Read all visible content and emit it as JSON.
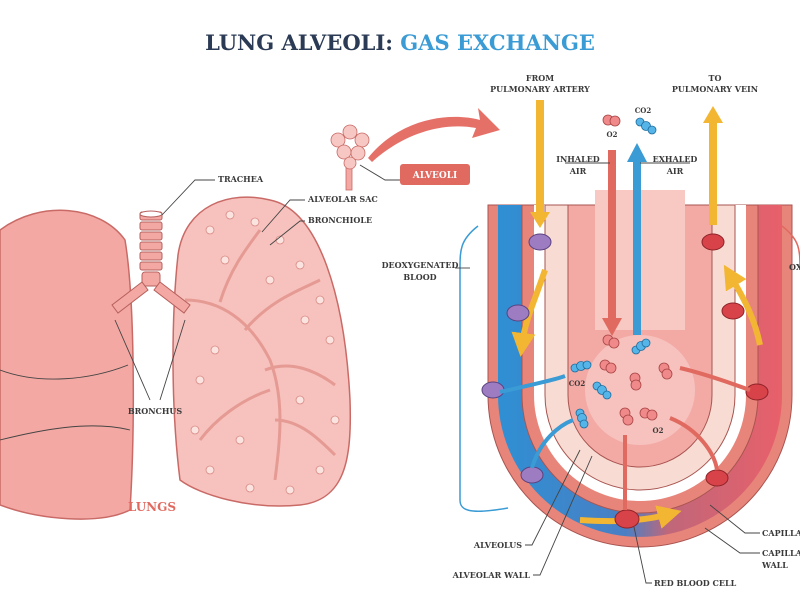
{
  "title": {
    "part1": "LUNG ALVEOLI:",
    "part2": "GAS EXCHANGE"
  },
  "lungs": {
    "trachea": "TRACHEA",
    "alveolar_sac": "ALVEOLAR SAC",
    "bronchiole": "BRONCHIOLE",
    "bronchus": "BRONCHUS",
    "lungs": "LUNGS",
    "alveoli_badge": "ALVEOLI"
  },
  "alveolus_detail": {
    "from_artery_1": "FROM",
    "from_artery_2": "PULMONARY ARTERY",
    "to_vein_1": "TO",
    "to_vein_2": "PULMONARY VEIN",
    "o2_top": "O2",
    "co2_top": "CO2",
    "inhaled_1": "INHALED",
    "inhaled_2": "AIR",
    "exhaled_1": "EXHALED",
    "exhaled_2": "AIR",
    "deoxy_1": "DEOXYGENATED",
    "deoxy_2": "BLOOD",
    "oxy_partial": "OX",
    "co2_inner": "CO2",
    "o2_inner": "O2",
    "capillary": "CAPILLARY",
    "capillary_wall_1": "CAPILLARY",
    "capillary_wall_2": "WALL",
    "red_blood_cell": "RED BLOOD CELL",
    "alveolus": "ALVEOLUS",
    "alveolar_wall": "ALVEOLAR WALL"
  },
  "colors": {
    "navy": "#2b3a55",
    "blue": "#3a9bd5",
    "red": "#e06a60",
    "yellow": "#f2b632",
    "pink": "#f3aaa5"
  }
}
